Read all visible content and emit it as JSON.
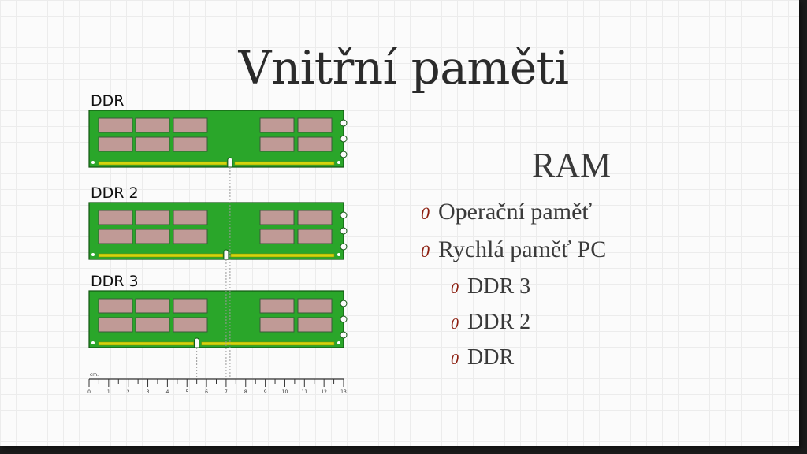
{
  "slide": {
    "title": "Vnitřní paměti",
    "right_heading": "RAM",
    "bullets": [
      {
        "mark": "0",
        "text": "Operační paměť"
      },
      {
        "mark": "0",
        "text": "Rychlá paměť PC"
      }
    ],
    "sub_bullets": [
      {
        "mark": "0",
        "text": "DDR 3"
      },
      {
        "mark": "0",
        "text": "DDR 2"
      },
      {
        "mark": "0",
        "text": "DDR"
      }
    ]
  },
  "diagram": {
    "modules": [
      {
        "label": "DDR",
        "notch_cm": 7.2
      },
      {
        "label": "DDR 2",
        "notch_cm": 7.0
      },
      {
        "label": "DDR 3",
        "notch_cm": 5.5
      }
    ],
    "ruler_unit": "cm.",
    "ruler_ticks": [
      "0",
      "1",
      "2",
      "3",
      "4",
      "5",
      "6",
      "7",
      "8",
      "9",
      "10",
      "11",
      "12",
      "13"
    ],
    "colors": {
      "pcb": "#2aa62a",
      "chip": "#c09a96",
      "pins": "#d4d40e",
      "bullet_mark": "#8b1d0e"
    }
  }
}
